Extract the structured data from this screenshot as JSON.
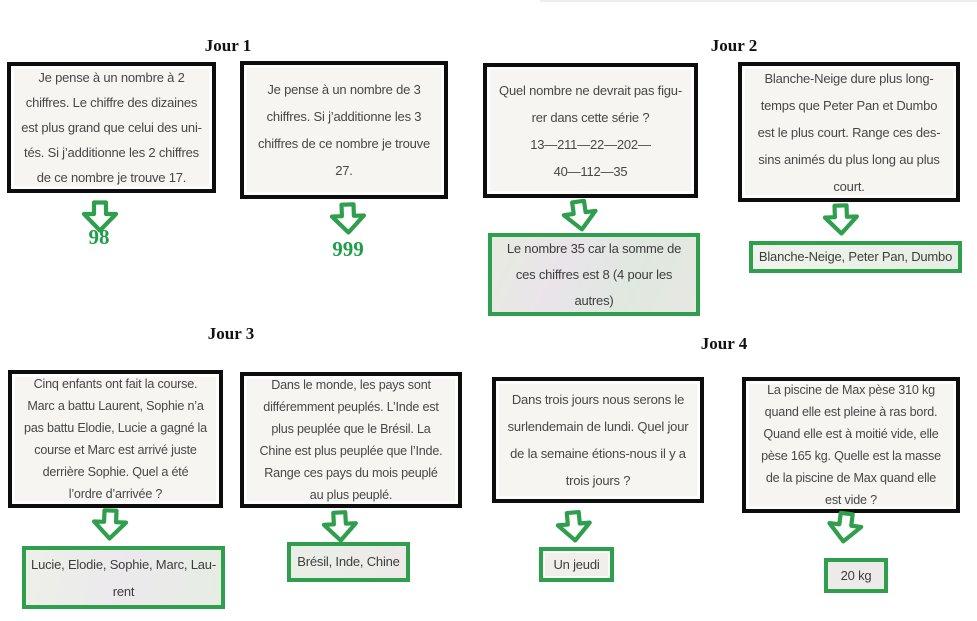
{
  "headers": [
    {
      "label": "Jour 1"
    },
    {
      "label": "Jour 2"
    },
    {
      "label": "Jour 3"
    },
    {
      "label": "Jour 4"
    }
  ],
  "colors": {
    "arrow_green": "#2f9f4e",
    "answer_border_green": "#2f9f4e",
    "answer_number_green": "#1f9e48",
    "question_border": "#0d0d0d",
    "question_text": "#474747",
    "answer_text": "#3d3d3d"
  },
  "icons": {
    "down_arrow": "block-down-arrow"
  },
  "puzzles": [
    {
      "question": "Je pense à un nombre à 2\nchiffres. Le chiffre des dizaines\nest plus grand que celui des uni-\ntés. Si j’additionne les 2 chiffres\nde ce nombre je trouve 17.",
      "answer": "98"
    },
    {
      "question": "Je pense à un nombre de 3\nchiffres. Si j’additionne les 3\nchiffres de ce nombre je trouve\n27.",
      "answer": "999"
    },
    {
      "question": "Quel nombre ne devrait pas figu-\nrer dans cette série ?\n13—211—22—202—\n40—112—35",
      "answer": "Le nombre 35 car la somme de\nces chiffres est 8 (4 pour les\nautres)"
    },
    {
      "question": "Blanche-Neige dure plus long-\ntemps que Peter Pan et Dumbo\nest le plus court. Range ces des-\nsins animés du plus long au plus\ncourt.",
      "answer": "Blanche-Neige, Peter Pan, Dumbo"
    },
    {
      "question": "Cinq enfants ont fait la course.\nMarc a battu Laurent, Sophie n’a\npas battu Elodie, Lucie a gagné la\ncourse et Marc est arrivé juste\nderrière Sophie. Quel a été\nl’ordre d’arrivée ?",
      "answer": "Lucie, Elodie, Sophie, Marc, Lau-\nrent"
    },
    {
      "question": "Dans le monde, les pays sont\ndifféremment peuplés. L’Inde est\nplus peuplée que le Brésil. La\nChine est plus peuplée que l’Inde.\nRange ces pays du mois peuplé\nau plus peuplé.",
      "answer": "Brésil, Inde, Chine"
    },
    {
      "question": "Dans trois jours nous serons le\nsurlendemain de lundi. Quel jour\nde la semaine étions-nous il y a\ntrois jours ?",
      "answer": "Un jeudi"
    },
    {
      "question": "La piscine de Max pèse 310 kg\nquand elle est pleine à ras bord.\nQuand elle est à moitié vide, elle\npèse 165 kg. Quelle est la masse\nde la piscine de Max quand elle\nest vide ?",
      "answer": "20 kg"
    }
  ]
}
